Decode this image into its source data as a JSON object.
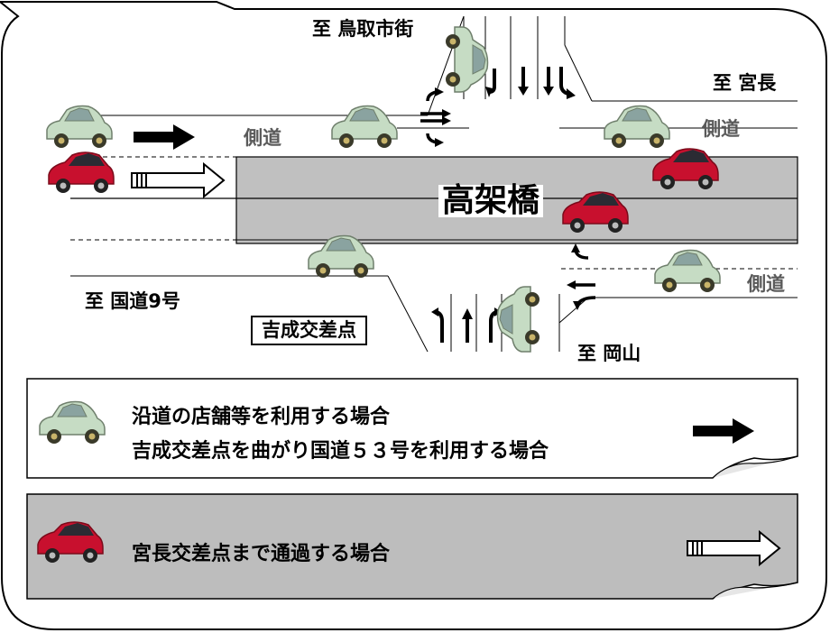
{
  "labels": {
    "to_tottori": "至 鳥取市街",
    "to_miyanaga": "至 宮長",
    "to_route9": "至 国道9号",
    "to_okayama": "至 岡山",
    "side_road": "側道",
    "viaduct": "高架橋",
    "intersection": "吉成交差点"
  },
  "legend": {
    "line1": "沿道の店舗等を利用する場合",
    "line2": "吉成交差点を曲がり国道５３号を利用する場合",
    "line3": "宮長交差点まで通過する場合"
  },
  "colors": {
    "viaduct_fill": "#c0c0c0",
    "local_car": "#c6dcc4",
    "through_car": "#c8102e",
    "legend2_fill": "#bdbdbd"
  },
  "icons": [
    "green-car-icon",
    "red-car-icon",
    "solid-arrow-icon",
    "hollow-arrow-icon",
    "turn-arrow-icon"
  ]
}
